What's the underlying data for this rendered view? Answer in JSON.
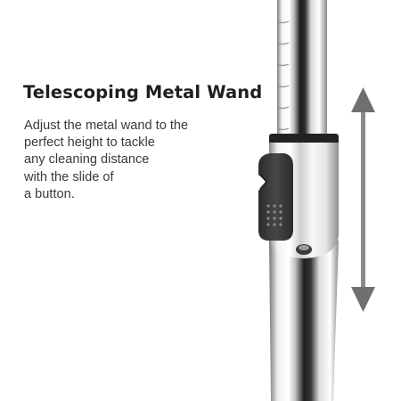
{
  "headline": "Telescoping Metal Wand",
  "description_lines": [
    "Adjust the metal wand to the",
    "perfect height to tackle",
    "any cleaning distance",
    "with the slide of",
    "a button."
  ],
  "colors": {
    "background": "#ffffff",
    "headline": "#1f1f1f",
    "body_text": "#3a3a3a",
    "button": "#3b3b3b",
    "arrow": "#6f6f6f"
  },
  "icons": {
    "adjust_arrow": "double-headed-vertical-arrow-icon",
    "slide_button": "slide-button-icon"
  }
}
